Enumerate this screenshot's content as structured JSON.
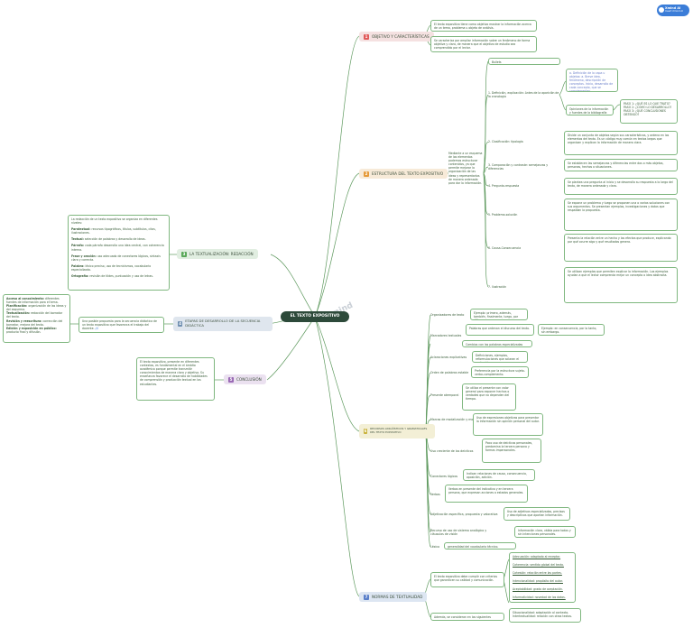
{
  "badge": {
    "line1": "Xmind AI",
    "line2": "Insert Xmind AI"
  },
  "watermark": "Xmind",
  "root": "EL TEXTO EXPOSITIVO",
  "branches": {
    "b1": {
      "num": "1",
      "label": "OBJETIVO Y CARACTERÍSTICAS"
    },
    "b2": {
      "num": "2",
      "label": "ESTRUCTURA DEL TEXTO EXPOSITIVO"
    },
    "b3": {
      "num": "3",
      "label": "LA TEXTUALIZACIÓN: REDACCIÓN"
    },
    "b4": {
      "num": "4",
      "label": "ETAPAS DE DESARROLLO DE LA SECUENCIA DIDÁCTICA"
    },
    "b5": {
      "num": "5",
      "label": "CONCLUSIÓN"
    },
    "b6": {
      "num": "6",
      "label": "RECURSOS LINGÜÍSTICOS Y GRAMATICALES DEL TEXTO EXPOSITIVO"
    },
    "b7": {
      "num": "7",
      "label": "NORMAS DE TEXTUALIDAD"
    }
  },
  "objetivo": {
    "n1": "El texto expositivo tiene como objetivo mostrar la información acerca de un tema, problema u objeto de análisis.",
    "n2": "Se caracteriza por ampliar información sobre un fenómeno de forma objetiva y clara, de manera que el objetivo de estudio sea comprendido por el lector."
  },
  "estructura": {
    "intro": "Mediante a un esquema de los elementos podemos estructurar contenidos, ya que permite mejorar la organización de las ideas y representarlos de manera ordenada para dar la información.",
    "s1": "Bullets",
    "s2": "1. Definición, explicación: Antes de la aparición de la cronologia",
    "s2a": "a. Definición de la capa u objetos: a. Breve idea, fenómeno, descripción de conceptos. Inicio, desarrollo de cada concepto, que se complementan",
    "s2b": "Opiniones de la información y fuentes de la bibliografía",
    "s2b1": "PASO 1: ¿QUÉ ES LO QUE TRATO?",
    "s2b2": "PASO 2: ¿CÓMO LO DESARROLLO?",
    "s2b3": "PASO 3: ¿QUÉ CONCLUSIONES OBTENGO?",
    "s3": "2. Clasificación: tipología",
    "s3a": "Divide un conjunto de objetos según sus características, y ordena en los elementos del texto. Es un código muy común en textos largos que organizan y explican la información de manera clara.",
    "s4": "3. Comparación y contraste: semejanzas y diferencias",
    "s4a": "Se establecen las semejanzas y diferencias entre dos o más objetos, personas, hechos o situaciones.",
    "s5": "4. Pregunta-respuesta",
    "s5a": "Se plantea una pregunta al inicio y se desarrolla su respuesta a lo largo del texto, de manera ordenada y clara.",
    "s6": "5. Problema-solución",
    "s6a": "Se expone un problema y luego se proponen una o varias soluciones con sus argumentos. Se presentan ejemplos, investigaciones y datos que respaldan la propuesta.",
    "s7": "6. Causa-Consecuencia",
    "s7a": "Presenta la relación entre un hecho y los efectos que produce, explicando por qué ocurre algo y qué resultados genera.",
    "s8": "7. Ilustración",
    "s8a": "Se utilizan ejemplos que permiten explicar la información. Los ejemplos ayudan a que el lector comprenda mejor un concepto o idea abstracta."
  },
  "textualizacion": {
    "p0": "La redacción de un texto expositivo se organiza en diferentes niveles:",
    "p1_b": "Paratextual:",
    "p1": "recursos tipográficos, títulos, subtítulos, citas, ilustraciones.",
    "p2_b": "Textual:",
    "p2": "selección de palabras y desarrollo de ideas.",
    "p3_b": "Párrafo:",
    "p3": "cada párrafo desarrolla una idea central, con coherencia interna.",
    "p4_b": "Frase y oración:",
    "p4": "uso adecuado de conectores lógicos, sintaxis clara y correcta.",
    "p5_b": "Palabra:",
    "p5": "léxico preciso, uso de tecnicismos, vocabulario especializado.",
    "p6_b": "Ortografía:",
    "p6": "revisión de tildes, puntuación y uso de letras."
  },
  "etapas": {
    "center": "Una posible propuesta para la secuencia didáctica de un texto expositivo que favorezca el trabajo del docente.",
    "left_b1": "Acceso al conocimiento:",
    "left1": "diferentes fuentes de información para el tema.",
    "left_b2": "Planificación:",
    "left2": "organización de las ideas y del esquema.",
    "left_b3": "Textualización:",
    "left3": "redacción del borrador del texto.",
    "left_b4": "Revisión y reescritura:",
    "left4": "corrección del borrador, mejora del texto.",
    "left_b5": "Edición y exposición en público:",
    "left5": "producto final y difusión."
  },
  "conclusion": "El texto expositivo, presente en diferentes contextos, es fundamental en el ámbito académico porque permite transmitir conocimientos de manera clara y objetiva. Su enseñanza favorece el desarrollo de habilidades de comprensión y producción textual en los estudiantes.",
  "recursos": [
    {
      "label": "Organizadores de texto",
      "desc": "Ejemplo: primero, además, también, finalmente, luego, por último."
    },
    {
      "label": "Marcadores textuales",
      "desc": "Palabras que ordenan el discurso del texto.",
      "desc2": "Ejemplo: en consecuencia, por lo tanto, sin embargo."
    },
    {
      "label": "Cambios con las palabras especializadas",
      "desc": ""
    },
    {
      "label": "Aclaraciones explicativas",
      "desc": "Definiciones, ejemplos, reformulaciones que aclaran el contenido."
    },
    {
      "label": "Orden de palabras estable",
      "desc": "Preferencia por la estructura sujeto-verbo-complemento."
    },
    {
      "label": "Presente atemporal",
      "desc": "Se utiliza el presente con valor general para exponer hechos o verdades que no dependen del tiempo."
    },
    {
      "label": "Marcas de modalización y modalizadores",
      "desc": "Uso de expresiones objetivas para presentar la información sin opinión personal del autor."
    },
    {
      "label": "Uso creciente de los deícticos",
      "desc": "Poco uso de deícticos personales, predomina la tercera persona y formas impersonales."
    },
    {
      "label": "Conectores lógicos",
      "desc": "Indican relaciones de causa, consecuencia, oposición, adición."
    },
    {
      "label": "Verbos",
      "desc": "Verbos en presente del indicativo y en tercera persona, que expresan acciones o estados generales."
    },
    {
      "label": "Adjetivación específica, propuesta y valorativa",
      "desc": "Uso de adjetivos especializados, precisos y descriptivos que aportan información."
    },
    {
      "label": "Recurso de uso de sistema analógico y cláusulas de visión",
      "desc": "Información clara, válida para todos y sin intenciones personales."
    },
    {
      "label": "Léxico",
      "desc": "generalidad del vocabulario técnico."
    }
  ],
  "normas": {
    "n1": "El texto expositivo debe cumplir con criterios que garanticen su calidad y comunicación.",
    "list": [
      "Adecuación: adaptado al receptor.",
      "Coherencia: sentido global del texto.",
      "Cohesión: relación entre las partes.",
      "Intencionalidad: propósito del autor.",
      "Aceptabilidad: grado de aceptación.",
      "Informatividad: novedad de los datos."
    ],
    "n2": "Además, se consideran en los siguientes rasgos:",
    "r1": "Situacionalidad: adaptación al contexto.",
    "r2": "Intertextualidad: relación con otros textos."
  }
}
